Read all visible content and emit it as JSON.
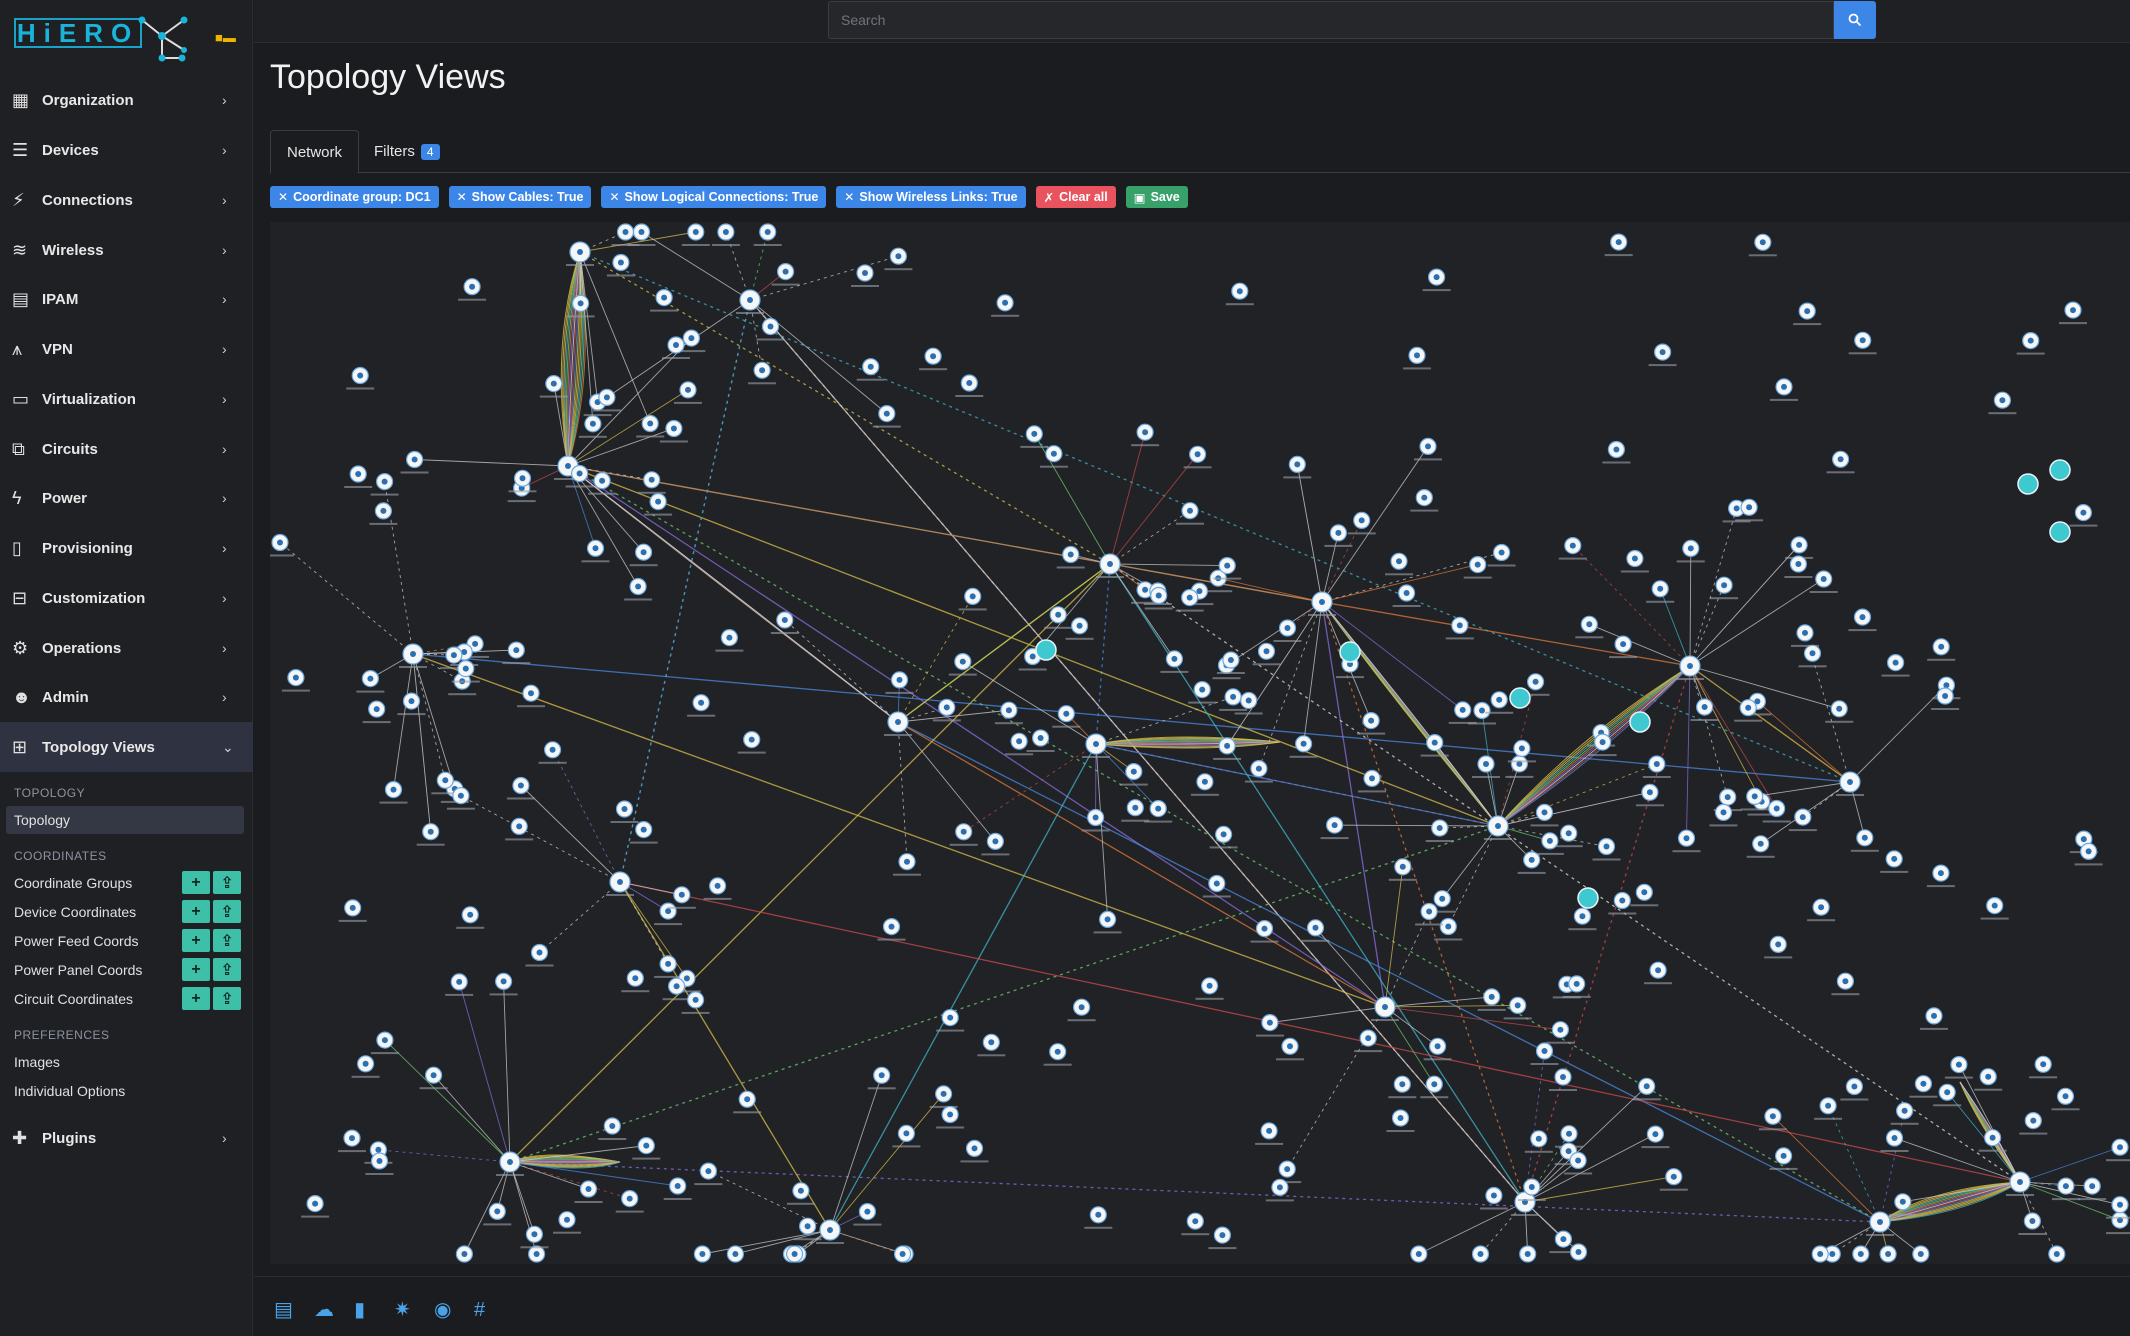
{
  "brand": {
    "name": "HiERO"
  },
  "search": {
    "placeholder": "Search"
  },
  "sidebar": {
    "items": [
      {
        "label": "Organization",
        "icon": "building-icon"
      },
      {
        "label": "Devices",
        "icon": "server-icon"
      },
      {
        "label": "Connections",
        "icon": "plug-icon"
      },
      {
        "label": "Wireless",
        "icon": "wifi-icon"
      },
      {
        "label": "IPAM",
        "icon": "ipam-icon"
      },
      {
        "label": "VPN",
        "icon": "vpn-icon"
      },
      {
        "label": "Virtualization",
        "icon": "monitor-icon"
      },
      {
        "label": "Circuits",
        "icon": "circuit-icon"
      },
      {
        "label": "Power",
        "icon": "bolt-icon"
      },
      {
        "label": "Provisioning",
        "icon": "file-icon"
      },
      {
        "label": "Customization",
        "icon": "toolbox-icon"
      },
      {
        "label": "Operations",
        "icon": "gears-icon"
      },
      {
        "label": "Admin",
        "icon": "users-icon"
      },
      {
        "label": "Topology Views",
        "icon": "sitemap-icon"
      },
      {
        "label": "Plugins",
        "icon": "puzzle-icon"
      }
    ],
    "topology_views": {
      "topology_heading": "TOPOLOGY",
      "topology_item": "Topology",
      "coordinates_heading": "COORDINATES",
      "coordinates_items": [
        "Coordinate Groups",
        "Device Coordinates",
        "Power Feed Coords",
        "Power Panel Coords",
        "Circuit Coordinates"
      ],
      "preferences_heading": "PREFERENCES",
      "preferences_items": [
        "Images",
        "Individual Options"
      ]
    }
  },
  "main": {
    "title": "Topology Views",
    "tabs": {
      "network": "Network",
      "filters": "Filters",
      "filters_count": "4"
    },
    "chips": [
      "Coordinate group: DC1",
      "Show Cables: True",
      "Show Logical Connections: True",
      "Show Wireless Links: True"
    ],
    "clear_all": "Clear all",
    "save": "Save"
  },
  "colors": {
    "accent": "#3c86e8",
    "success": "#38a169",
    "danger": "#e8535e",
    "teal": "#3ec0a8",
    "brand": "#1aa3c9"
  },
  "footer": {
    "icons": [
      "docs-icon",
      "cloud-icon",
      "book-icon",
      "plugin-icon",
      "github-icon",
      "slack-icon"
    ]
  }
}
